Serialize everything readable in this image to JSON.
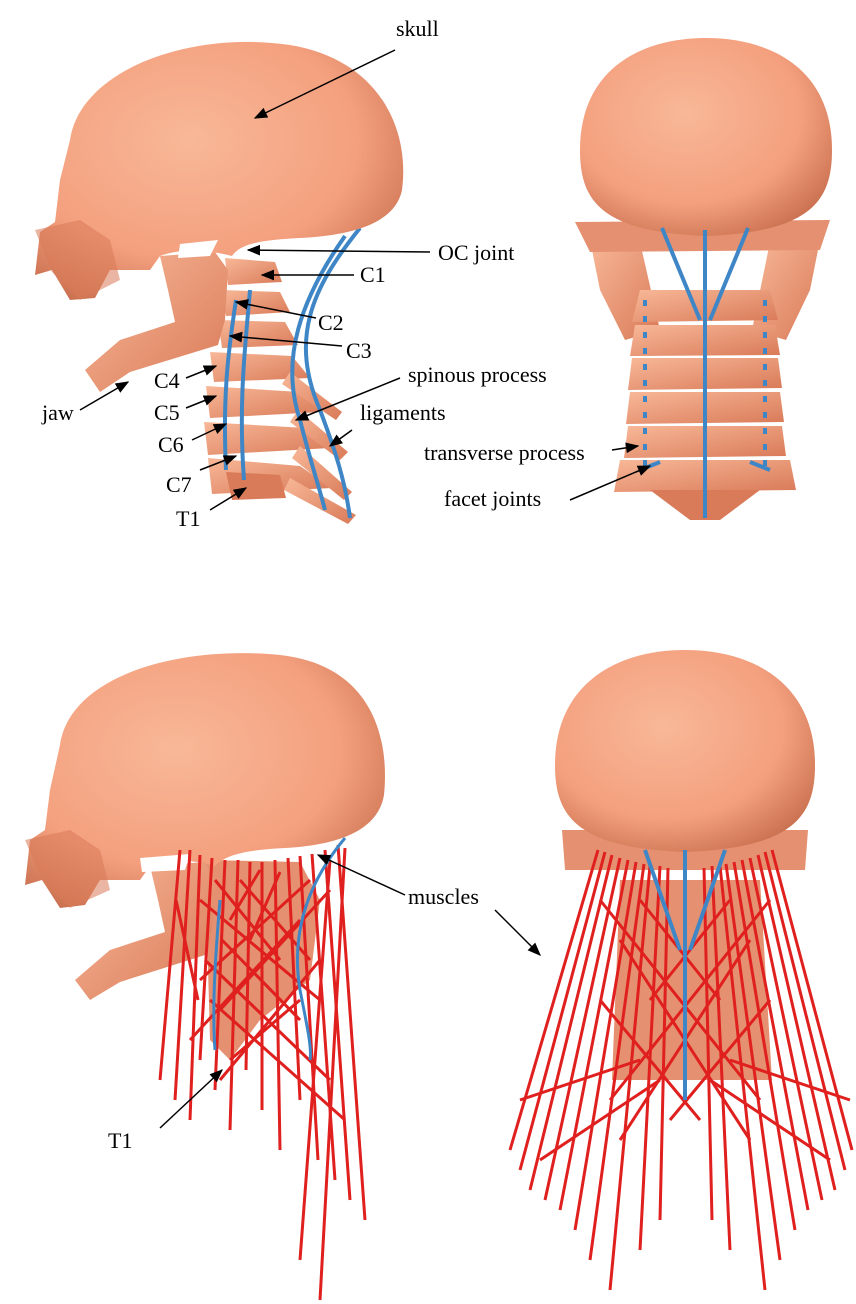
{
  "colors": {
    "bone": "#f4a07e",
    "bone_shadow": "#d97a58",
    "bone_light": "#f8b898",
    "ligament": "#3f86c6",
    "muscle": "#e0201e",
    "muscle_dark": "#b81413",
    "annotation": "#000000",
    "background": "#ffffff"
  },
  "labels": {
    "skull": "skull",
    "oc_joint": "OC joint",
    "c1": "C1",
    "c2": "C2",
    "c3": "C3",
    "c4": "C4",
    "c5": "C5",
    "c6": "C6",
    "c7": "C7",
    "t1_top": "T1",
    "jaw": "jaw",
    "spinous_process": "spinous process",
    "ligaments": "ligaments",
    "transverse_process": "transverse process",
    "facet_joints": "facet joints",
    "muscles": "muscles",
    "t1_bottom": "T1"
  }
}
